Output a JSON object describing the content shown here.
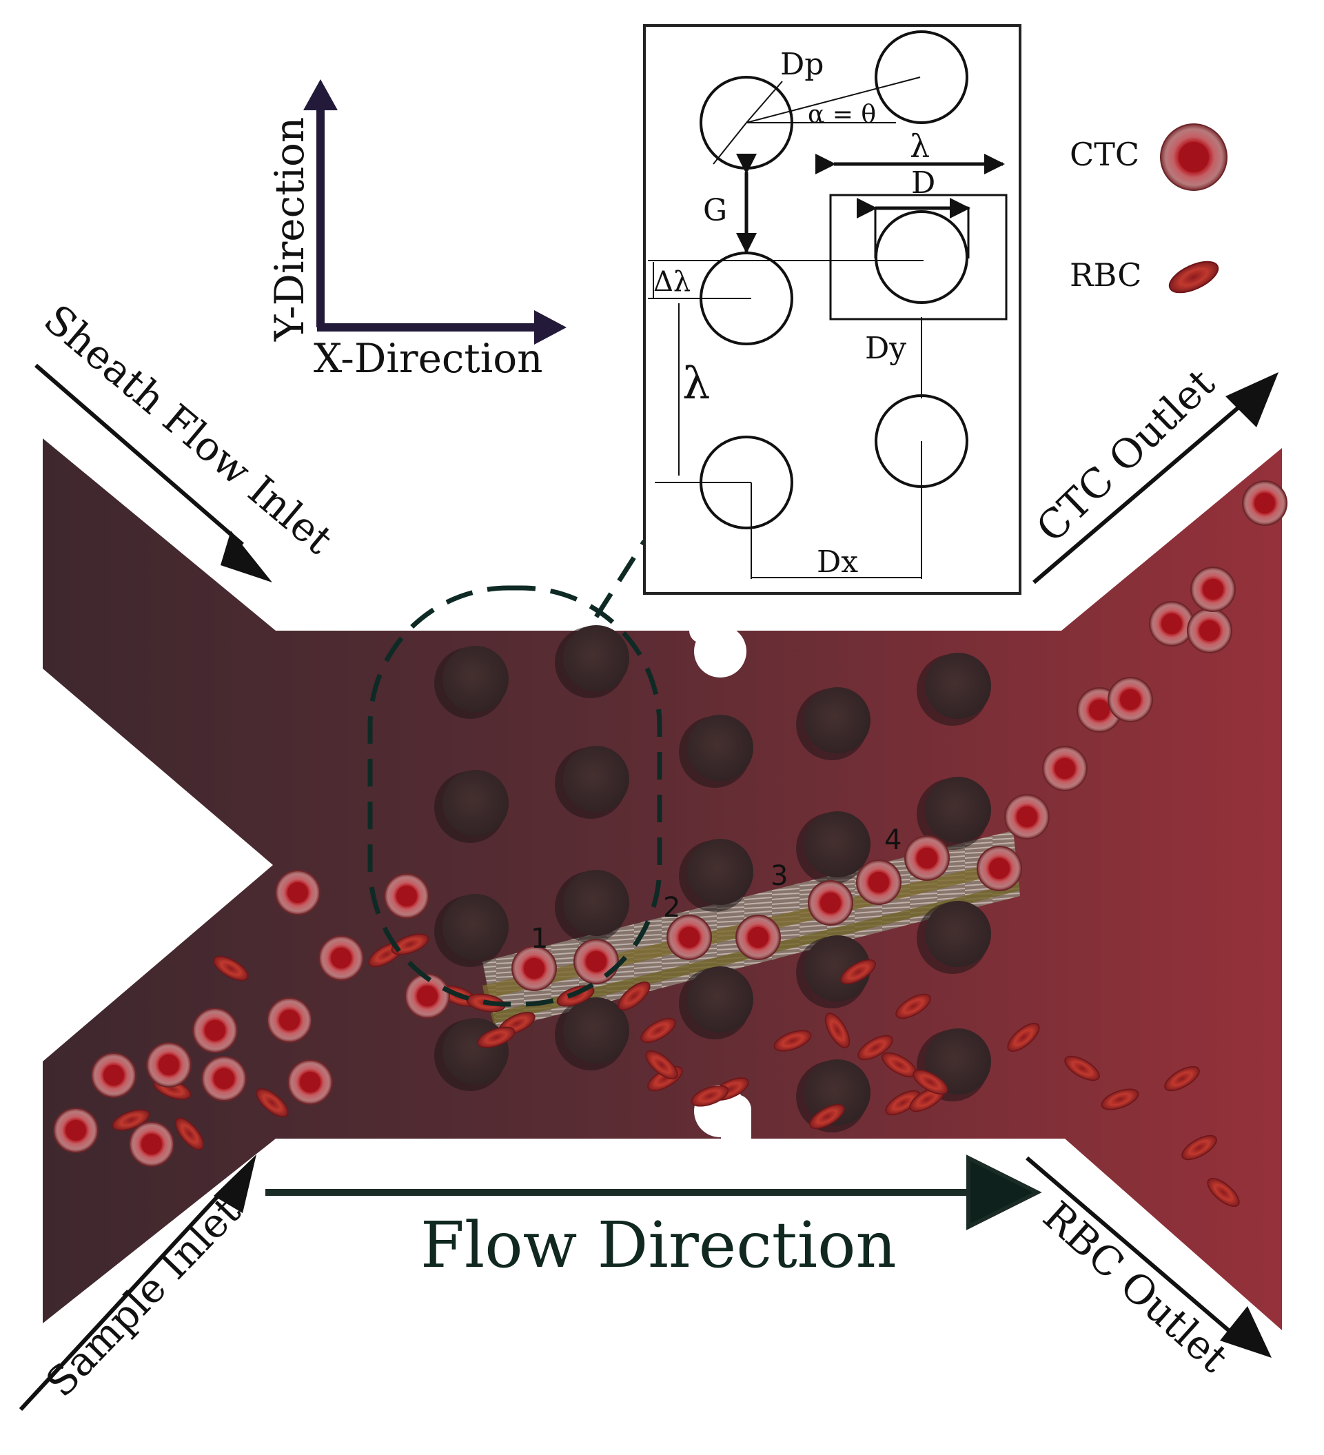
{
  "labels": {
    "sheath_inlet": "Sheath Flow Inlet",
    "sample_inlet": "Sample Inlet",
    "ctc_outlet": "CTC Outlet",
    "rbc_outlet": "RBC Outlet",
    "flow_direction": "Flow Direction",
    "x_direction": "X-Direction",
    "y_direction": "Y-Direction"
  },
  "legend": {
    "ctc": "CTC",
    "rbc": "RBC"
  },
  "inset": {
    "dp": "Dp",
    "alpha_theta": "α = θ",
    "lambda_top": "λ",
    "d": "D",
    "g": "G",
    "delta_lambda": "Δλ",
    "dy": "Dy",
    "lambda_left": "λ",
    "dx": "Dx"
  },
  "lanes": [
    "1",
    "2",
    "3",
    "4"
  ],
  "colors": {
    "channel_dark": "#3f2a30",
    "channel_red": "#8f2e35",
    "pillar": "#3b2a2c",
    "cell_red": "#b3141c",
    "inset_stroke": "#111111"
  }
}
